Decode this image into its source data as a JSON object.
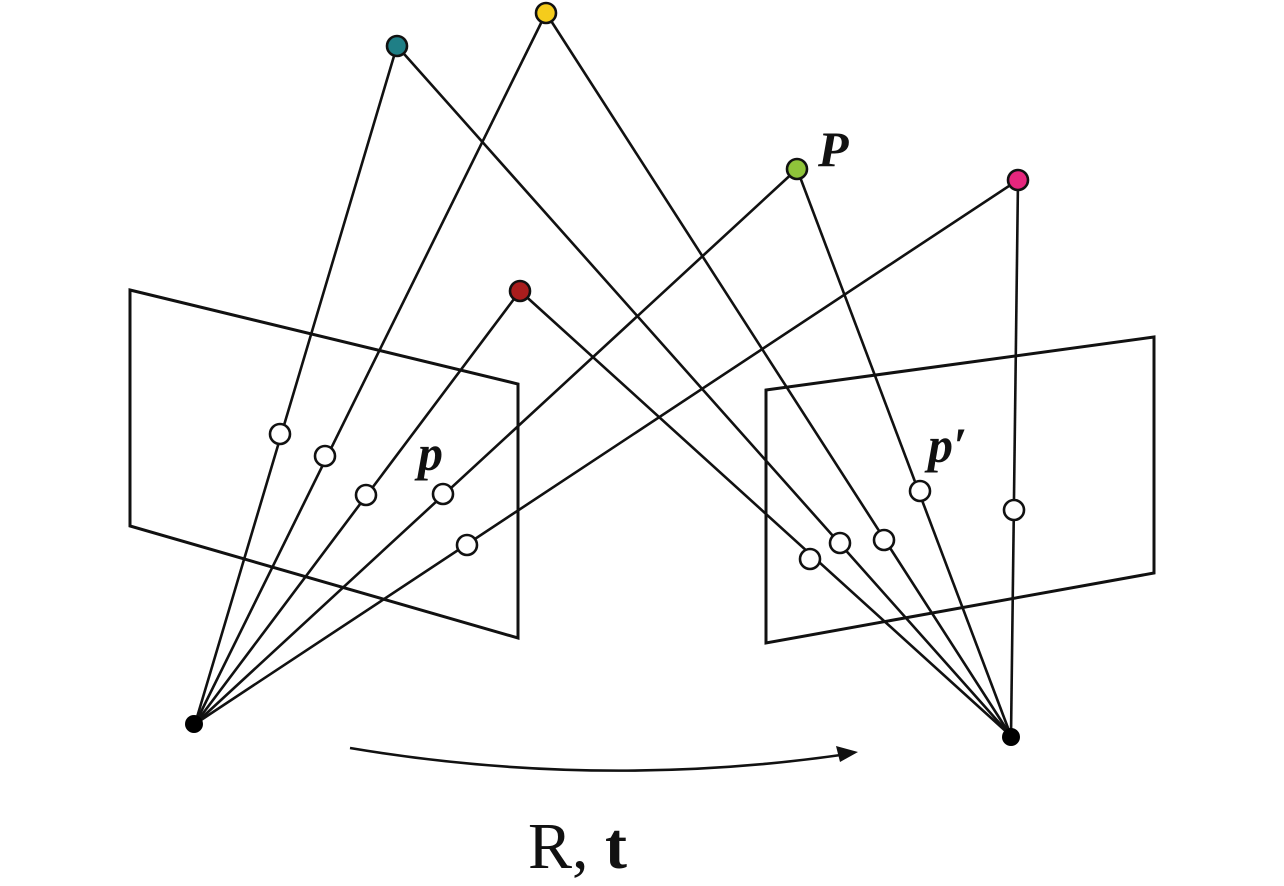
{
  "labels": {
    "world_point": "P",
    "left_image_point": "p",
    "right_image_point": "p′",
    "motion_R": "R, ",
    "motion_t": "t"
  },
  "world_points": [
    {
      "name": "teal",
      "color": "#1f7f86"
    },
    {
      "name": "yellow",
      "color": "#f5cc1c"
    },
    {
      "name": "green",
      "color": "#8fc43a"
    },
    {
      "name": "magenta",
      "color": "#e6267d"
    },
    {
      "name": "red",
      "color": "#a91d1d"
    }
  ]
}
